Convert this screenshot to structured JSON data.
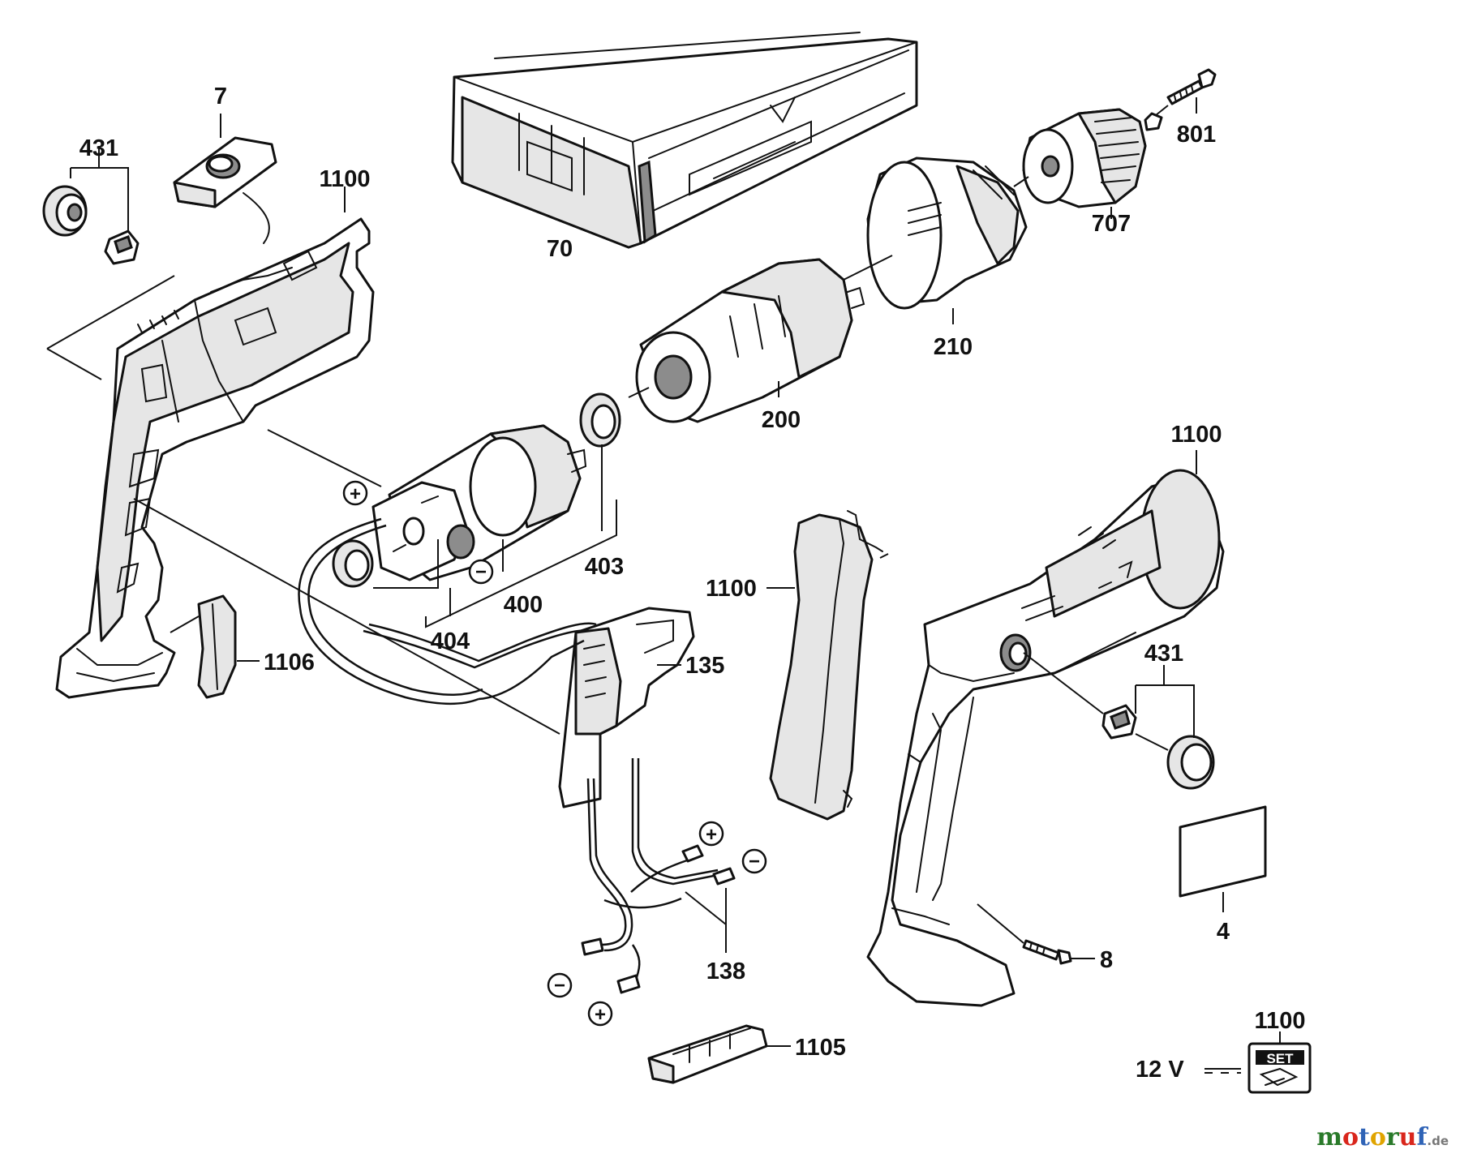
{
  "labels": {
    "p7": "7",
    "p431_left": "431",
    "p1100_top": "1100",
    "p70": "70",
    "p801": "801",
    "p707": "707",
    "p210": "210",
    "p200": "200",
    "p1100_right": "1100",
    "p403": "403",
    "p400": "400",
    "p404": "404",
    "p1100_grip": "1100",
    "p1106": "1106",
    "p135": "135",
    "p431_right": "431",
    "p4": "4",
    "p8": "8",
    "p138": "138",
    "p1105": "1105",
    "p1100_set": "1100"
  },
  "voltage_label": "12 V",
  "set_badge_text": "SET",
  "polarity": {
    "plus": "+",
    "minus": "−"
  },
  "watermark": {
    "letters": [
      "m",
      "o",
      "t",
      "o",
      "r",
      "u",
      "f"
    ],
    "colors": [
      "#2a7a2a",
      "#d9261c",
      "#2f63b6",
      "#e0a400",
      "#2a7a2a",
      "#d9261c",
      "#2f63b6"
    ],
    "suffix": ".de"
  },
  "colors": {
    "line": "#111111",
    "fill_light": "#e6e6e6",
    "fill_dark": "#8c8c8c"
  }
}
